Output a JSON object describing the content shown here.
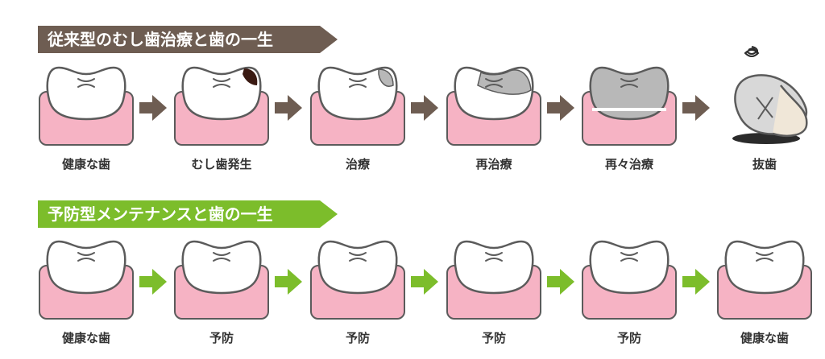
{
  "sections": [
    {
      "title": "従来型のむし歯治療と歯の一生",
      "color": "#6e5d52",
      "arrow_color": "#6e5d52",
      "stages": [
        {
          "label": "健康な歯",
          "state": "healthy"
        },
        {
          "label": "むし歯発生",
          "state": "cavity"
        },
        {
          "label": "治療",
          "state": "filling-small"
        },
        {
          "label": "再治療",
          "state": "filling-large"
        },
        {
          "label": "再々治療",
          "state": "crown"
        },
        {
          "label": "抜歯",
          "state": "extracted"
        }
      ]
    },
    {
      "title": "予防型メンテナンスと歯の一生",
      "color": "#7cbd2b",
      "arrow_color": "#7cbd2b",
      "stages": [
        {
          "label": "健康な歯",
          "state": "healthy"
        },
        {
          "label": "予防",
          "state": "healthy"
        },
        {
          "label": "予防",
          "state": "healthy"
        },
        {
          "label": "予防",
          "state": "healthy"
        },
        {
          "label": "予防",
          "state": "healthy"
        },
        {
          "label": "健康な歯",
          "state": "healthy"
        }
      ]
    }
  ],
  "colors": {
    "gum": "#f6b3c4",
    "gum_stroke": "#5b5b5b",
    "tooth": "#ffffff",
    "filling": "#b8b8b8",
    "cavity": "#3a1a12"
  }
}
